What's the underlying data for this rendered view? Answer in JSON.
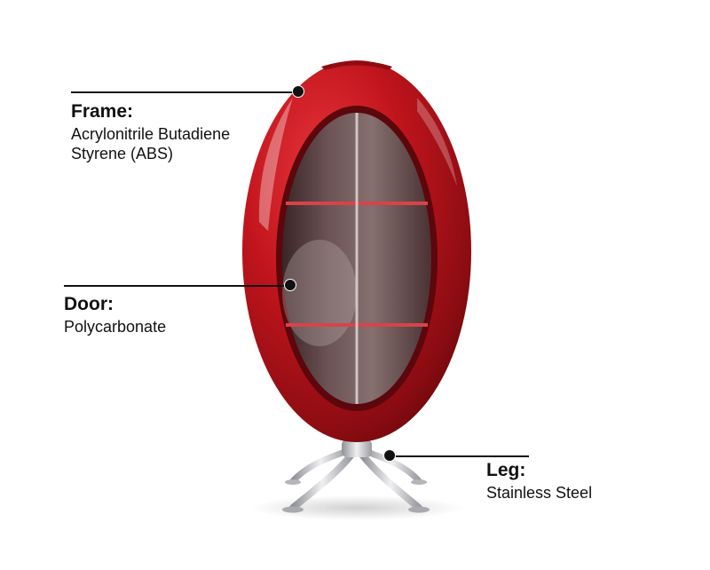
{
  "callouts": {
    "frame": {
      "title": "Frame:",
      "desc_line1": "Acrylonitrile Butadiene",
      "desc_line2": "Styrene (ABS)"
    },
    "door": {
      "title": "Door:",
      "desc": "Polycarbonate"
    },
    "leg": {
      "title": "Leg:",
      "desc": "Stainless Steel"
    }
  },
  "colors": {
    "shell_red": "#c0141c",
    "shell_dark_red": "#7a0a10",
    "door_tint": "#5a3a3c",
    "steel": "#c8c8cc",
    "text": "#111111",
    "background": "#ffffff"
  }
}
